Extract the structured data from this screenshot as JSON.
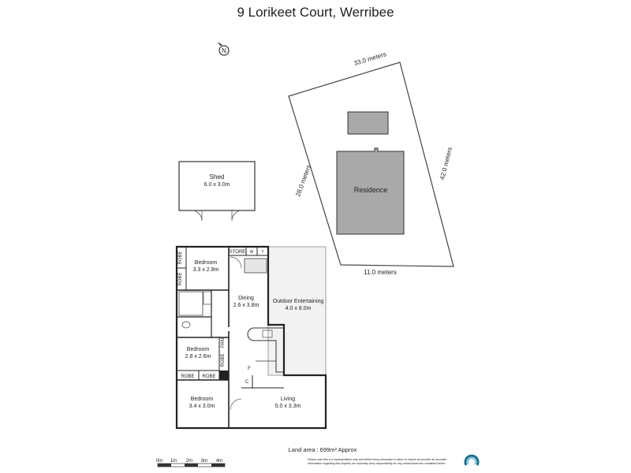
{
  "title": "9 Lorikeet Court, Werribee",
  "north_label": "N",
  "site": {
    "dim_top": "33.0 meters",
    "dim_right": "42.0 meters",
    "dim_left": "28.0 meters",
    "dim_bottom": "11.0 meters",
    "residence": "Residence"
  },
  "shed": {
    "name": "Shed",
    "size": "6.0 x 3.0m"
  },
  "rooms": {
    "bedroom1": {
      "name": "Bedroom",
      "size": "3.3 x 2.8m"
    },
    "bedroom2": {
      "name": "Bedroom",
      "size": "2.8 x 2.6m"
    },
    "bedroom3": {
      "name": "Bedroom",
      "size": "3.4 x 3.0m"
    },
    "dining": {
      "name": "Dining",
      "size": "2.6 x 3.8m"
    },
    "outdoor": {
      "name": "Outdoor Entertaining",
      "size": "4.0 x 8.0m"
    },
    "living": {
      "name": "Living",
      "size": "5.0 x 3.3m"
    }
  },
  "labels": {
    "robe": "ROBE",
    "store": "STORE",
    "w": "W",
    "t": "T",
    "pan": "PAN",
    "f": "F",
    "c": "C"
  },
  "land_area": "Land area : 699m² Approx",
  "scale": [
    "0m",
    "1m",
    "2m",
    "3m",
    "4m"
  ],
  "disclaimer": [
    "Please note this is a representation only and whilst every precaution is taken to ensure we provide an accurate",
    "information regarding this property we expressly deny responsibility for any omissions/errors contained herein."
  ],
  "colors": {
    "residence": "#a9a9a9",
    "outdoor": "#f2f2f2",
    "wall": "#222222",
    "logo": "#1a6e8c"
  }
}
